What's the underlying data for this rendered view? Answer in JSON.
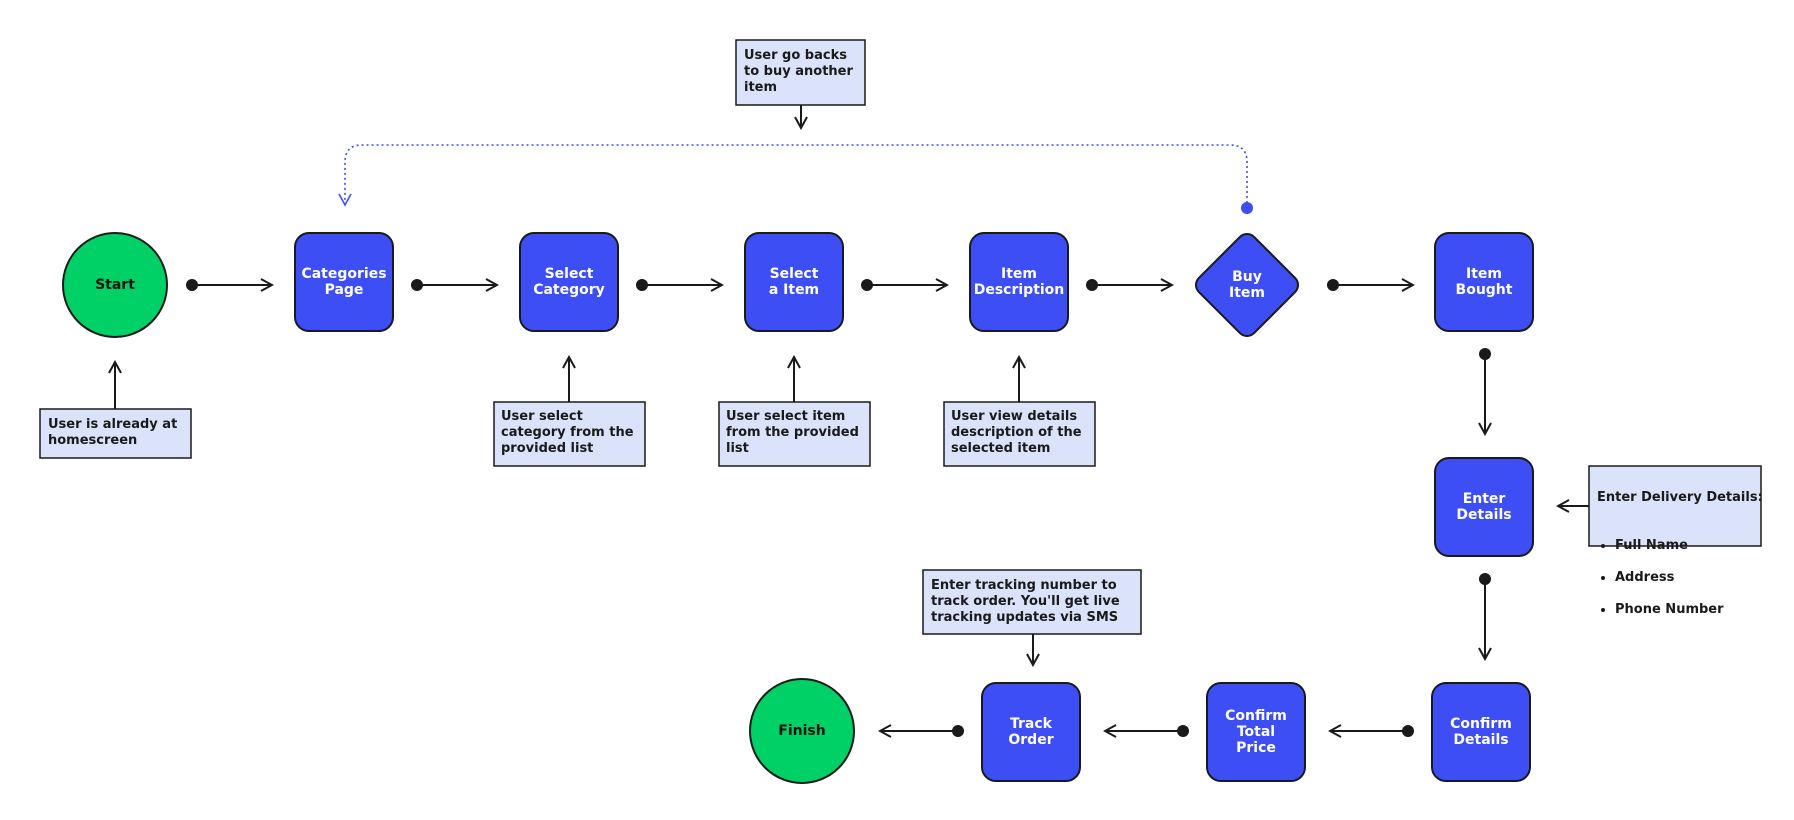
{
  "colors": {
    "process": "#3d4ef5",
    "terminal": "#00d166",
    "note_fill": "#dbe3fb",
    "stroke": "#1a1a1a",
    "loop": "#3d4ef5"
  },
  "nodes": {
    "start": "Start",
    "categories_page": "Categories\nPage",
    "select_category": "Select\nCategory",
    "select_item": "Select\na Item",
    "item_description": "Item\nDescription",
    "buy_item": "Buy\nItem",
    "item_bought": "Item\nBought",
    "enter_details": "Enter\nDetails",
    "confirm_details": "Confirm\nDetails",
    "confirm_total_price": "Confirm\nTotal\nPrice",
    "track_order": "Track\nOrder",
    "finish": "Finish"
  },
  "notes": {
    "homescreen": "User is already at\nhomescreen",
    "category": "User select\ncategory from the\nprovided list",
    "item": "User select item\nfrom the provided\nlist",
    "details": "User view details\ndescription of the\nselected item",
    "loop": "User go backs\nto buy another\nitem",
    "delivery_title": "Enter Delivery Details:",
    "delivery_fields": [
      "Full Name",
      "Address",
      "Phone Number"
    ],
    "tracking": "Enter tracking number to\ntrack order. You'll get live\ntracking updates via SMS"
  }
}
